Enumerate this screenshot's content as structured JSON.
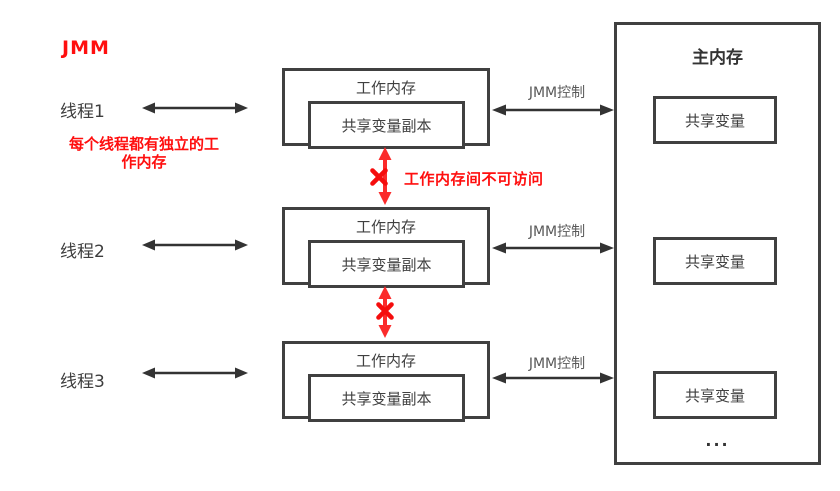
{
  "diagram": {
    "title": "JMM",
    "note": "每个线程都有独立的工作内存",
    "threads": [
      {
        "label": "线程1"
      },
      {
        "label": "线程2"
      },
      {
        "label": "线程3"
      }
    ],
    "working_memory": {
      "label": "工作内存",
      "copy_label": "共享变量副本"
    },
    "jmm_control_label": "JMM控制",
    "no_access_label": "工作内存间不可访问",
    "main_memory": {
      "title": "主内存",
      "shared_variable_label": "共享变量",
      "ellipsis": "..."
    },
    "colors": {
      "accent_red": "#ff0f0f",
      "arrow_red": "#fb2b2b",
      "border_dark": "#404040",
      "arrow_dark": "#333333",
      "label_gray": "#595959"
    }
  }
}
